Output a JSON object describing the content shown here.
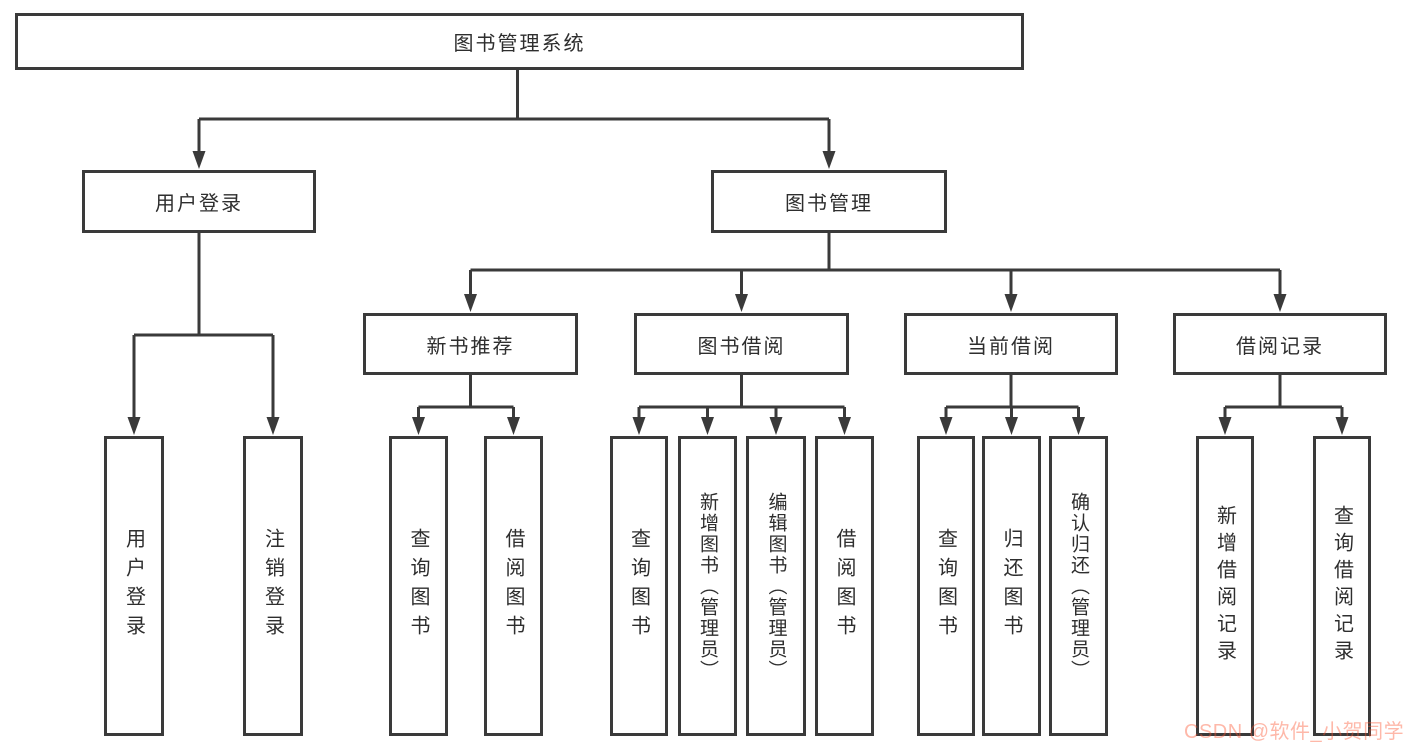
{
  "nodes": {
    "root": "图书管理系统",
    "user_login": "用户登录",
    "book_mgmt": "图书管理",
    "new_book_rec": "新书推荐",
    "book_borrow": "图书借阅",
    "current_borrow": "当前借阅",
    "borrow_record": "借阅记录",
    "leaf_user_login": "用户登录",
    "leaf_logout": "注销登录",
    "leaf_query_book_1": "查询图书",
    "leaf_borrow_book_1": "借阅图书",
    "leaf_query_book_2": "查询图书",
    "leaf_add_book_admin": "新增图书（管理员）",
    "leaf_edit_book_admin": "编辑图书（管理员）",
    "leaf_borrow_book_2": "借阅图书",
    "leaf_query_book_3": "查询图书",
    "leaf_return_book": "归还图书",
    "leaf_confirm_return_admin": "确认归还（管理员）",
    "leaf_add_borrow_record": "新增借阅记录",
    "leaf_query_borrow_record": "查询借阅记录"
  },
  "watermark": "CSDN @软件_小贺同学",
  "colors": {
    "line": "#3a3a3a",
    "box_border": "#3a3a3a",
    "text": "#2e2e2e",
    "background": "#ffffff",
    "watermark": "#fc5531"
  }
}
